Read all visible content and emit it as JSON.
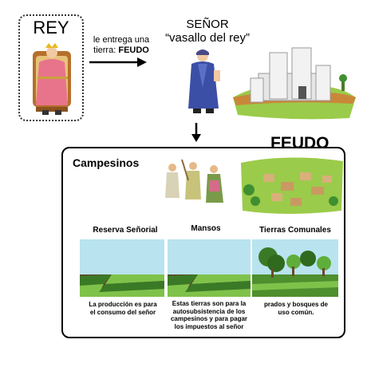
{
  "king": {
    "title": "REY"
  },
  "arrow": {
    "text_line1": "le entrega una",
    "text_line2_prefix": "tierra: ",
    "text_line2_bold": "FEUDO"
  },
  "lord": {
    "title": "SEÑOR",
    "subtitle": "“vasallo del rey”"
  },
  "feudo": {
    "title": "FEUDO"
  },
  "campesinos": {
    "title": "Campesinos"
  },
  "lands": [
    {
      "title": "Reserva Señorial",
      "description": "La producción es para el consumo del señor"
    },
    {
      "title": "Mansos",
      "description": "Estas tierras son para la autosubsistencia de los campesinos y para pagar los impuestos al señor"
    },
    {
      "title": "Tierras Comunales",
      "description": "prados y bosques de uso común."
    }
  ],
  "colors": {
    "sky": "#b9e3ef",
    "field_dark": "#3a7a26",
    "field_light": "#7fc24a",
    "king_robe": "#e8748c",
    "lord_robe": "#3c4fa6"
  }
}
